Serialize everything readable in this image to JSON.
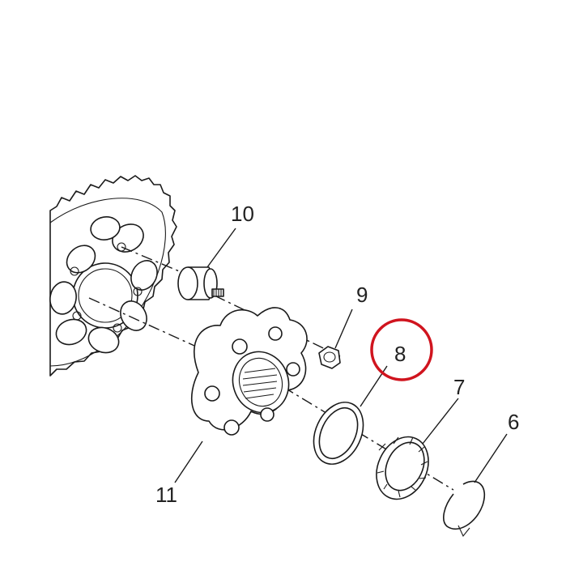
{
  "callouts": [
    {
      "id": "10",
      "label": "10"
    },
    {
      "id": "9",
      "label": "9"
    },
    {
      "id": "8",
      "label": "8"
    },
    {
      "id": "7",
      "label": "7"
    },
    {
      "id": "6",
      "label": "6"
    },
    {
      "id": "11",
      "label": "11"
    }
  ],
  "highlight": {
    "target": "8",
    "color": "#d0141e"
  }
}
